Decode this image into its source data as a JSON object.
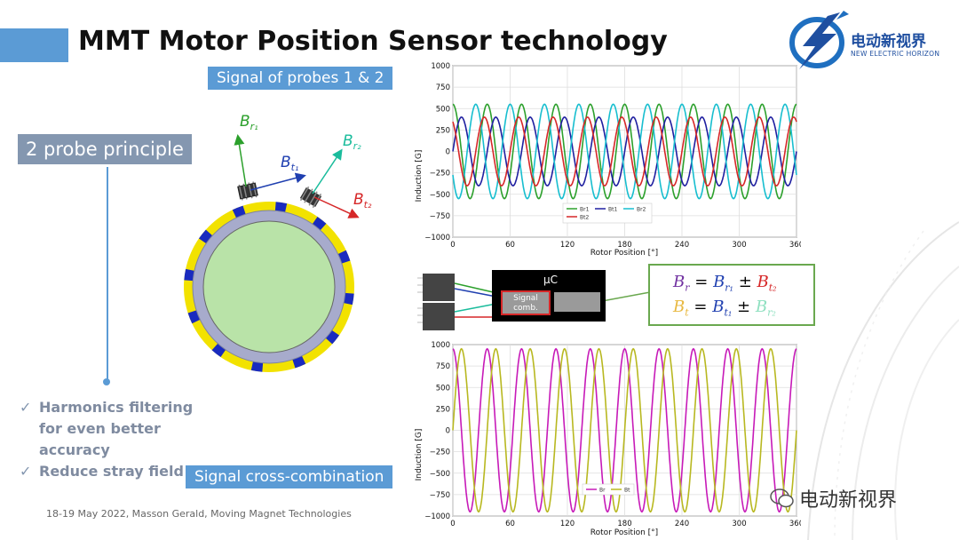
{
  "slide": {
    "title": "MMT Motor Position Sensor technology",
    "probes_label": "Signal of probes 1 & 2",
    "principle_label": "2 probe principle",
    "combination_label": "Signal cross-combination",
    "bullets": [
      "Harmonics filtering for even better accuracy",
      "Reduce stray field impact"
    ],
    "bullet_icon": "check-icon",
    "footer": "18-19 May 2022, Masson Gerald, Moving Magnet Technologies",
    "logo": {
      "name": "电动新视界",
      "subtitle": "NEW ELECTRIC HORIZON",
      "icon": "lightning-bolt-logo"
    },
    "watermark": "电动新视界",
    "colors": {
      "accent": "#5b9bd5",
      "principle_box": "#8497b0",
      "formula_border": "#6aa84f"
    }
  },
  "diagram": {
    "vectors": [
      "B_r1",
      "B_t1",
      "B_r2",
      "B_t2"
    ],
    "mc_label": "μC",
    "block_label": "Signal comb.",
    "formula_rows": [
      {
        "lhs": "B_r",
        "op": "±",
        "rhs_a": "B_r1",
        "rhs_b": "B_t2"
      },
      {
        "lhs": "B_t",
        "op": "±",
        "rhs_a": "B_t1",
        "rhs_b": "B_r2"
      }
    ]
  },
  "chart_data": [
    {
      "type": "line",
      "xlabel": "Rotor Position [°]",
      "ylabel": "Induction [G]",
      "xlim": [
        0,
        360
      ],
      "ylim": [
        -1000,
        1000
      ],
      "xticks": [
        0,
        60,
        120,
        180,
        240,
        300,
        360
      ],
      "yticks": [
        1000,
        750,
        500,
        250,
        0,
        -250,
        -500,
        -750,
        -1000
      ],
      "grid": true,
      "legend": "bottom-center",
      "cycles": 10,
      "series": [
        {
          "name": "Br1",
          "color": "#2ca02c",
          "amplitude": 550,
          "phase_deg": 90
        },
        {
          "name": "Bt1",
          "color": "#1f1fa0",
          "amplitude": 400,
          "phase_deg": 0
        },
        {
          "name": "Br2",
          "color": "#17becf",
          "amplitude": 550,
          "phase_deg": 210
        },
        {
          "name": "Bt2",
          "color": "#d62728",
          "amplitude": 400,
          "phase_deg": 120
        }
      ]
    },
    {
      "type": "line",
      "xlabel": "Rotor Position [°]",
      "ylabel": "Induction [G]",
      "xlim": [
        0,
        360
      ],
      "ylim": [
        -1000,
        1000
      ],
      "xticks": [
        0,
        60,
        120,
        180,
        240,
        300,
        360
      ],
      "yticks": [
        1000,
        750,
        500,
        250,
        0,
        -250,
        -500,
        -750,
        -1000
      ],
      "grid": true,
      "legend": "bottom-center",
      "cycles": 10,
      "series": [
        {
          "name": "Br",
          "color": "#c71ab8",
          "amplitude": 950,
          "phase_deg": 90
        },
        {
          "name": "Bt",
          "color": "#b8b820",
          "amplitude": 950,
          "phase_deg": 0
        }
      ]
    }
  ]
}
